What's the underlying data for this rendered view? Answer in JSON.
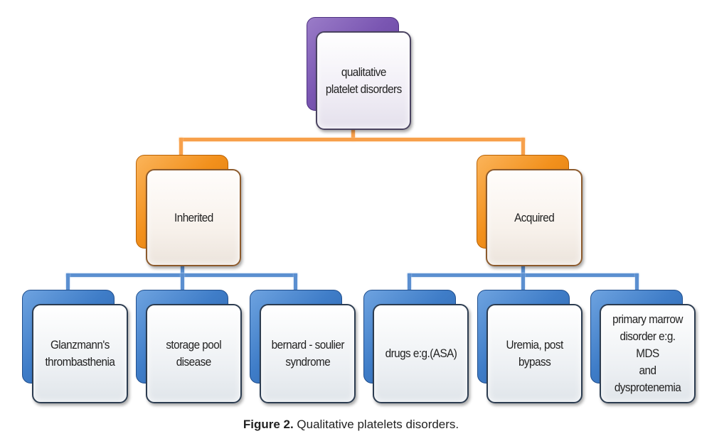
{
  "diagram": {
    "type": "hierarchy",
    "root": {
      "label": "qualitative\nplatelet disorders",
      "color": "#7a56b2"
    },
    "level2": [
      {
        "label": "Inherited",
        "color": "#f2901c"
      },
      {
        "label": "Acquired",
        "color": "#f2901c"
      }
    ],
    "leaves": [
      {
        "label": "Glanzmann's\nthrombasthenia",
        "parent": "Inherited",
        "color": "#3f7dc8"
      },
      {
        "label": "storage pool\ndisease",
        "parent": "Inherited",
        "color": "#3f7dc8"
      },
      {
        "label": "bernard - soulier\nsyndrome",
        "parent": "Inherited",
        "color": "#3f7dc8"
      },
      {
        "label": "drugs e:g.(ASA)",
        "parent": "Acquired",
        "color": "#3f7dc8"
      },
      {
        "label": "Uremia, post\nbypass",
        "parent": "Acquired",
        "color": "#3f7dc8"
      },
      {
        "label": "primary marrow\ndisorder e:g. MDS\nand\ndysprotenemia",
        "parent": "Acquired",
        "color": "#3f7dc8"
      }
    ],
    "connector_colors": {
      "level1": "#f7a04b",
      "level2": "#5b8fd0"
    }
  },
  "caption": {
    "prefix": "Figure 2.",
    "text": " Qualitative platelets disorders."
  }
}
